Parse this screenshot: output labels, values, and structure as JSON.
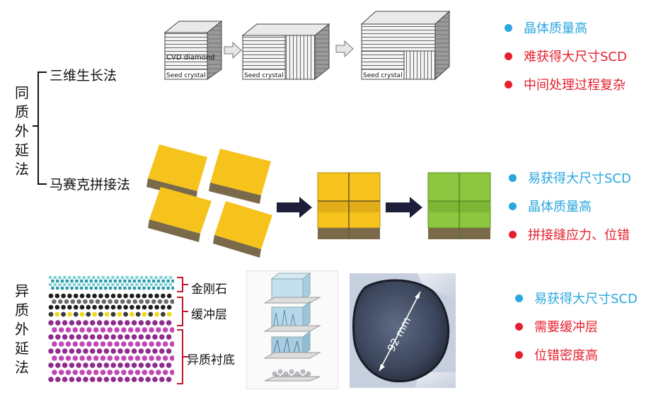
{
  "homo_label": [
    "同",
    "质",
    "外",
    "延",
    "法"
  ],
  "hetero_label": [
    "异",
    "质",
    "外",
    "延",
    "法"
  ],
  "method_3d": "三维生长法",
  "method_mosaic": "马赛克拼接法",
  "cube_labels": {
    "cvd": "CVD diamond",
    "seed": "Seed crystal"
  },
  "features_3d": [
    {
      "text": "晶体质量高",
      "color": "#29a7df"
    },
    {
      "text": "难获得大尺寸SCD",
      "color": "#e5202e"
    },
    {
      "text": "中间处理过程复杂",
      "color": "#e5202e"
    }
  ],
  "features_mosaic": [
    {
      "text": "易获得大尺寸SCD",
      "color": "#29a7df"
    },
    {
      "text": "晶体质量高",
      "color": "#29a7df"
    },
    {
      "text": "拼接缝应力、位错",
      "color": "#e5202e"
    }
  ],
  "features_hetero": [
    {
      "text": "易获得大尺寸SCD",
      "color": "#29a7df"
    },
    {
      "text": "需要缓冲层",
      "color": "#e5202e"
    },
    {
      "text": "位错密度高",
      "color": "#e5202e"
    }
  ],
  "layers": {
    "diamond": "金刚石",
    "buffer": "缓冲层",
    "substrate": "异质衬底"
  },
  "wafer_size": "92 mm",
  "colors": {
    "feature_text_blue": "#29a7df",
    "feature_text_red": "#e5202e",
    "tile_gold": "#f6c31c",
    "tile_green": "#8dc63f",
    "tile_base": "#7a6a4a"
  }
}
